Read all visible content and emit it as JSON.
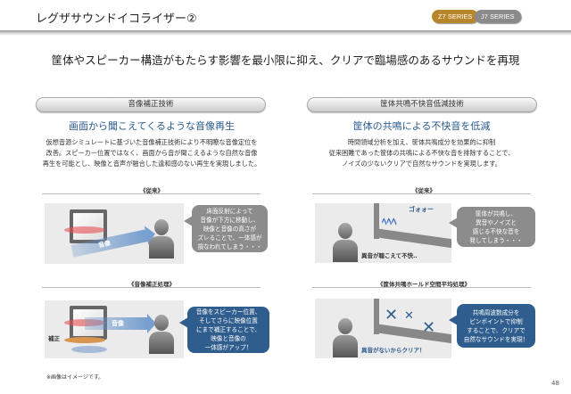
{
  "header": {
    "title": "レグザサウンドイコライザー②",
    "badges": [
      {
        "label": "Z7 SERIES",
        "color": "#b8862a"
      },
      {
        "label": "J7 SERIES",
        "color": "#8a8a8a"
      }
    ]
  },
  "subtitle": "筐体やスピーカー構造がもたらす影響を最小限に抑え、クリアで臨場感のあるサウンドを再現",
  "left": {
    "pill": "音像補正技術",
    "heading": "画面から聞こえてくるような音像再生",
    "paragraph": [
      "仮想音源シミュレートに基づいた音像補正技術により不明瞭な音像定位を",
      "改善。スピーカー位置ではなく、画面から音が聞こえるような自然な音像",
      "再生を可能とし、映像と音声が融合した違和感のない再生を実現しました。"
    ],
    "before": {
      "label": "《従来》",
      "arrow": "音像",
      "bubble": [
        "床面反射によって",
        "音像が下方に移動し、",
        "映像と音像の高さが",
        "ズレることで、一体感が",
        "損なわれてしまう・・・"
      ]
    },
    "after": {
      "label": "《音像補正処理》",
      "arrow": "音像",
      "correction": "補正",
      "bubble": [
        "音像をスピーカー位置、",
        "そしてさらに映像位置",
        "にまで補正することで、",
        "映像と音像の",
        "一体感がアップ！"
      ]
    }
  },
  "right": {
    "pill": "筐体共鳴不快音低減技術",
    "heading": "筐体の共鳴による不快音を低減",
    "paragraph": [
      "時間領域分析を加え、筐体共鳴成分を効果的に抑制",
      "従来困難であった筐体の共鳴による不快な音を排除することで、",
      "ノイズの少ないクリアで自然なサウンドを実現します。"
    ],
    "before": {
      "label": "《従来》",
      "noise": "ゴォォー",
      "caption": "異音が聴こえて不快‥",
      "bubble": [
        "筐体が共鳴し、",
        "異音やノイズと",
        "感じる不快な音を",
        "発してしまう・・・"
      ]
    },
    "after": {
      "label": "《筐体共鳴ホールド空間平均処理》",
      "caption": "異音がないからクリア！",
      "bubble": [
        "共鳴周波数成分を",
        "ピンポイントで抑制",
        "することで、クリアで",
        "自然なサウンドを実現！"
      ]
    }
  },
  "footnote": "※画像はイメージです。",
  "page_number": "48"
}
